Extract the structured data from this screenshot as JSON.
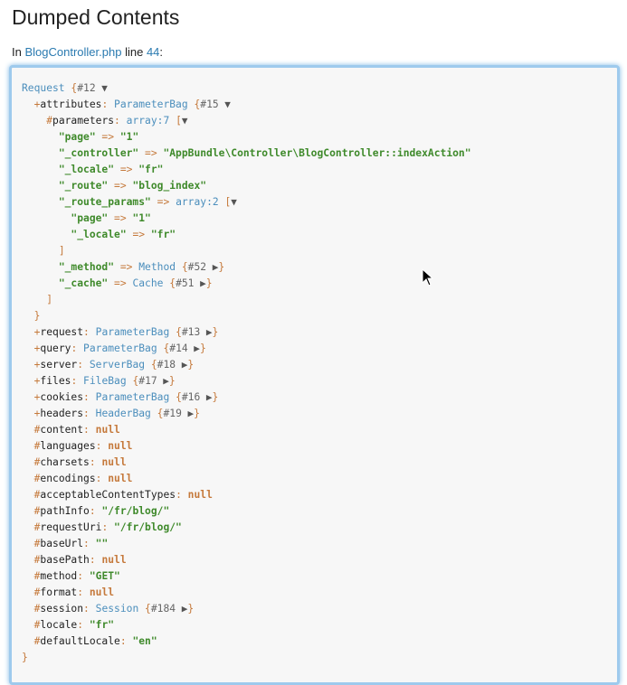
{
  "title": "Dumped Contents",
  "location": {
    "prefix": "In",
    "file": "BlogController.php",
    "middle": "line",
    "line": "44",
    "suffix": ":"
  },
  "dump": [
    {
      "t": [
        [
          "cls",
          "Request"
        ],
        [
          "br",
          " {"
        ],
        [
          "id",
          "#12"
        ],
        [
          "tog",
          " ▼"
        ]
      ]
    },
    {
      "i": 1,
      "t": [
        [
          "sym",
          "+"
        ],
        [
          "prop",
          "attributes"
        ],
        [
          "sym",
          ": "
        ],
        [
          "cls",
          "ParameterBag"
        ],
        [
          "br",
          " {"
        ],
        [
          "id",
          "#15"
        ],
        [
          "tog",
          " ▼"
        ]
      ]
    },
    {
      "i": 2,
      "t": [
        [
          "sym",
          "#"
        ],
        [
          "prop",
          "parameters"
        ],
        [
          "sym",
          ": "
        ],
        [
          "cls",
          "array:7"
        ],
        [
          "br",
          " ["
        ],
        [
          "tog",
          "▼"
        ]
      ]
    },
    {
      "i": 3,
      "t": [
        [
          "str",
          "\"page\""
        ],
        [
          "sym",
          " => "
        ],
        [
          "str",
          "\"1\""
        ]
      ]
    },
    {
      "i": 3,
      "t": [
        [
          "str",
          "\"_controller\""
        ],
        [
          "sym",
          " => "
        ],
        [
          "str",
          "\"AppBundle\\Controller\\BlogController::indexAction\""
        ]
      ]
    },
    {
      "i": 3,
      "t": [
        [
          "str",
          "\"_locale\""
        ],
        [
          "sym",
          " => "
        ],
        [
          "str",
          "\"fr\""
        ]
      ]
    },
    {
      "i": 3,
      "t": [
        [
          "str",
          "\"_route\""
        ],
        [
          "sym",
          " => "
        ],
        [
          "str",
          "\"blog_index\""
        ]
      ]
    },
    {
      "i": 3,
      "t": [
        [
          "str",
          "\"_route_params\""
        ],
        [
          "sym",
          " => "
        ],
        [
          "cls",
          "array:2"
        ],
        [
          "br",
          " ["
        ],
        [
          "tog",
          "▼"
        ]
      ]
    },
    {
      "i": 4,
      "t": [
        [
          "str",
          "\"page\""
        ],
        [
          "sym",
          " => "
        ],
        [
          "str",
          "\"1\""
        ]
      ]
    },
    {
      "i": 4,
      "t": [
        [
          "str",
          "\"_locale\""
        ],
        [
          "sym",
          " => "
        ],
        [
          "str",
          "\"fr\""
        ]
      ]
    },
    {
      "i": 3,
      "t": [
        [
          "br",
          "]"
        ]
      ]
    },
    {
      "i": 3,
      "t": [
        [
          "str",
          "\"_method\""
        ],
        [
          "sym",
          " => "
        ],
        [
          "cls",
          "Method"
        ],
        [
          "br",
          " {"
        ],
        [
          "id",
          "#52"
        ],
        [
          "tog",
          " ▶"
        ],
        [
          "br",
          "}"
        ]
      ]
    },
    {
      "i": 3,
      "t": [
        [
          "str",
          "\"_cache\""
        ],
        [
          "sym",
          " => "
        ],
        [
          "cls",
          "Cache"
        ],
        [
          "br",
          " {"
        ],
        [
          "id",
          "#51"
        ],
        [
          "tog",
          " ▶"
        ],
        [
          "br",
          "}"
        ]
      ]
    },
    {
      "i": 2,
      "t": [
        [
          "br",
          "]"
        ]
      ]
    },
    {
      "i": 1,
      "t": [
        [
          "br",
          "}"
        ]
      ]
    },
    {
      "i": 1,
      "t": [
        [
          "sym",
          "+"
        ],
        [
          "prop",
          "request"
        ],
        [
          "sym",
          ": "
        ],
        [
          "cls",
          "ParameterBag"
        ],
        [
          "br",
          " {"
        ],
        [
          "id",
          "#13"
        ],
        [
          "tog",
          " ▶"
        ],
        [
          "br",
          "}"
        ]
      ]
    },
    {
      "i": 1,
      "t": [
        [
          "sym",
          "+"
        ],
        [
          "prop",
          "query"
        ],
        [
          "sym",
          ": "
        ],
        [
          "cls",
          "ParameterBag"
        ],
        [
          "br",
          " {"
        ],
        [
          "id",
          "#14"
        ],
        [
          "tog",
          " ▶"
        ],
        [
          "br",
          "}"
        ]
      ]
    },
    {
      "i": 1,
      "t": [
        [
          "sym",
          "+"
        ],
        [
          "prop",
          "server"
        ],
        [
          "sym",
          ": "
        ],
        [
          "cls",
          "ServerBag"
        ],
        [
          "br",
          " {"
        ],
        [
          "id",
          "#18"
        ],
        [
          "tog",
          " ▶"
        ],
        [
          "br",
          "}"
        ]
      ]
    },
    {
      "i": 1,
      "t": [
        [
          "sym",
          "+"
        ],
        [
          "prop",
          "files"
        ],
        [
          "sym",
          ": "
        ],
        [
          "cls",
          "FileBag"
        ],
        [
          "br",
          " {"
        ],
        [
          "id",
          "#17"
        ],
        [
          "tog",
          " ▶"
        ],
        [
          "br",
          "}"
        ]
      ]
    },
    {
      "i": 1,
      "t": [
        [
          "sym",
          "+"
        ],
        [
          "prop",
          "cookies"
        ],
        [
          "sym",
          ": "
        ],
        [
          "cls",
          "ParameterBag"
        ],
        [
          "br",
          " {"
        ],
        [
          "id",
          "#16"
        ],
        [
          "tog",
          " ▶"
        ],
        [
          "br",
          "}"
        ]
      ]
    },
    {
      "i": 1,
      "t": [
        [
          "sym",
          "+"
        ],
        [
          "prop",
          "headers"
        ],
        [
          "sym",
          ": "
        ],
        [
          "cls",
          "HeaderBag"
        ],
        [
          "br",
          " {"
        ],
        [
          "id",
          "#19"
        ],
        [
          "tog",
          " ▶"
        ],
        [
          "br",
          "}"
        ]
      ]
    },
    {
      "i": 1,
      "t": [
        [
          "sym",
          "#"
        ],
        [
          "prop",
          "content"
        ],
        [
          "sym",
          ": "
        ],
        [
          "nul",
          "null"
        ]
      ]
    },
    {
      "i": 1,
      "t": [
        [
          "sym",
          "#"
        ],
        [
          "prop",
          "languages"
        ],
        [
          "sym",
          ": "
        ],
        [
          "nul",
          "null"
        ]
      ]
    },
    {
      "i": 1,
      "t": [
        [
          "sym",
          "#"
        ],
        [
          "prop",
          "charsets"
        ],
        [
          "sym",
          ": "
        ],
        [
          "nul",
          "null"
        ]
      ]
    },
    {
      "i": 1,
      "t": [
        [
          "sym",
          "#"
        ],
        [
          "prop",
          "encodings"
        ],
        [
          "sym",
          ": "
        ],
        [
          "nul",
          "null"
        ]
      ]
    },
    {
      "i": 1,
      "t": [
        [
          "sym",
          "#"
        ],
        [
          "prop",
          "acceptableContentTypes"
        ],
        [
          "sym",
          ": "
        ],
        [
          "nul",
          "null"
        ]
      ]
    },
    {
      "i": 1,
      "t": [
        [
          "sym",
          "#"
        ],
        [
          "prop",
          "pathInfo"
        ],
        [
          "sym",
          ": "
        ],
        [
          "str",
          "\"/fr/blog/\""
        ]
      ]
    },
    {
      "i": 1,
      "t": [
        [
          "sym",
          "#"
        ],
        [
          "prop",
          "requestUri"
        ],
        [
          "sym",
          ": "
        ],
        [
          "str",
          "\"/fr/blog/\""
        ]
      ]
    },
    {
      "i": 1,
      "t": [
        [
          "sym",
          "#"
        ],
        [
          "prop",
          "baseUrl"
        ],
        [
          "sym",
          ": "
        ],
        [
          "str",
          "\"\""
        ]
      ]
    },
    {
      "i": 1,
      "t": [
        [
          "sym",
          "#"
        ],
        [
          "prop",
          "basePath"
        ],
        [
          "sym",
          ": "
        ],
        [
          "nul",
          "null"
        ]
      ]
    },
    {
      "i": 1,
      "t": [
        [
          "sym",
          "#"
        ],
        [
          "prop",
          "method"
        ],
        [
          "sym",
          ": "
        ],
        [
          "str",
          "\"GET\""
        ]
      ]
    },
    {
      "i": 1,
      "t": [
        [
          "sym",
          "#"
        ],
        [
          "prop",
          "format"
        ],
        [
          "sym",
          ": "
        ],
        [
          "nul",
          "null"
        ]
      ]
    },
    {
      "i": 1,
      "t": [
        [
          "sym",
          "#"
        ],
        [
          "prop",
          "session"
        ],
        [
          "sym",
          ": "
        ],
        [
          "cls",
          "Session"
        ],
        [
          "br",
          " {"
        ],
        [
          "id",
          "#184"
        ],
        [
          "tog",
          " ▶"
        ],
        [
          "br",
          "}"
        ]
      ]
    },
    {
      "i": 1,
      "t": [
        [
          "sym",
          "#"
        ],
        [
          "prop",
          "locale"
        ],
        [
          "sym",
          ": "
        ],
        [
          "str",
          "\"fr\""
        ]
      ]
    },
    {
      "i": 1,
      "t": [
        [
          "sym",
          "#"
        ],
        [
          "prop",
          "defaultLocale"
        ],
        [
          "sym",
          ": "
        ],
        [
          "str",
          "\"en\""
        ]
      ]
    },
    {
      "t": [
        [
          "br",
          "}"
        ]
      ]
    }
  ]
}
